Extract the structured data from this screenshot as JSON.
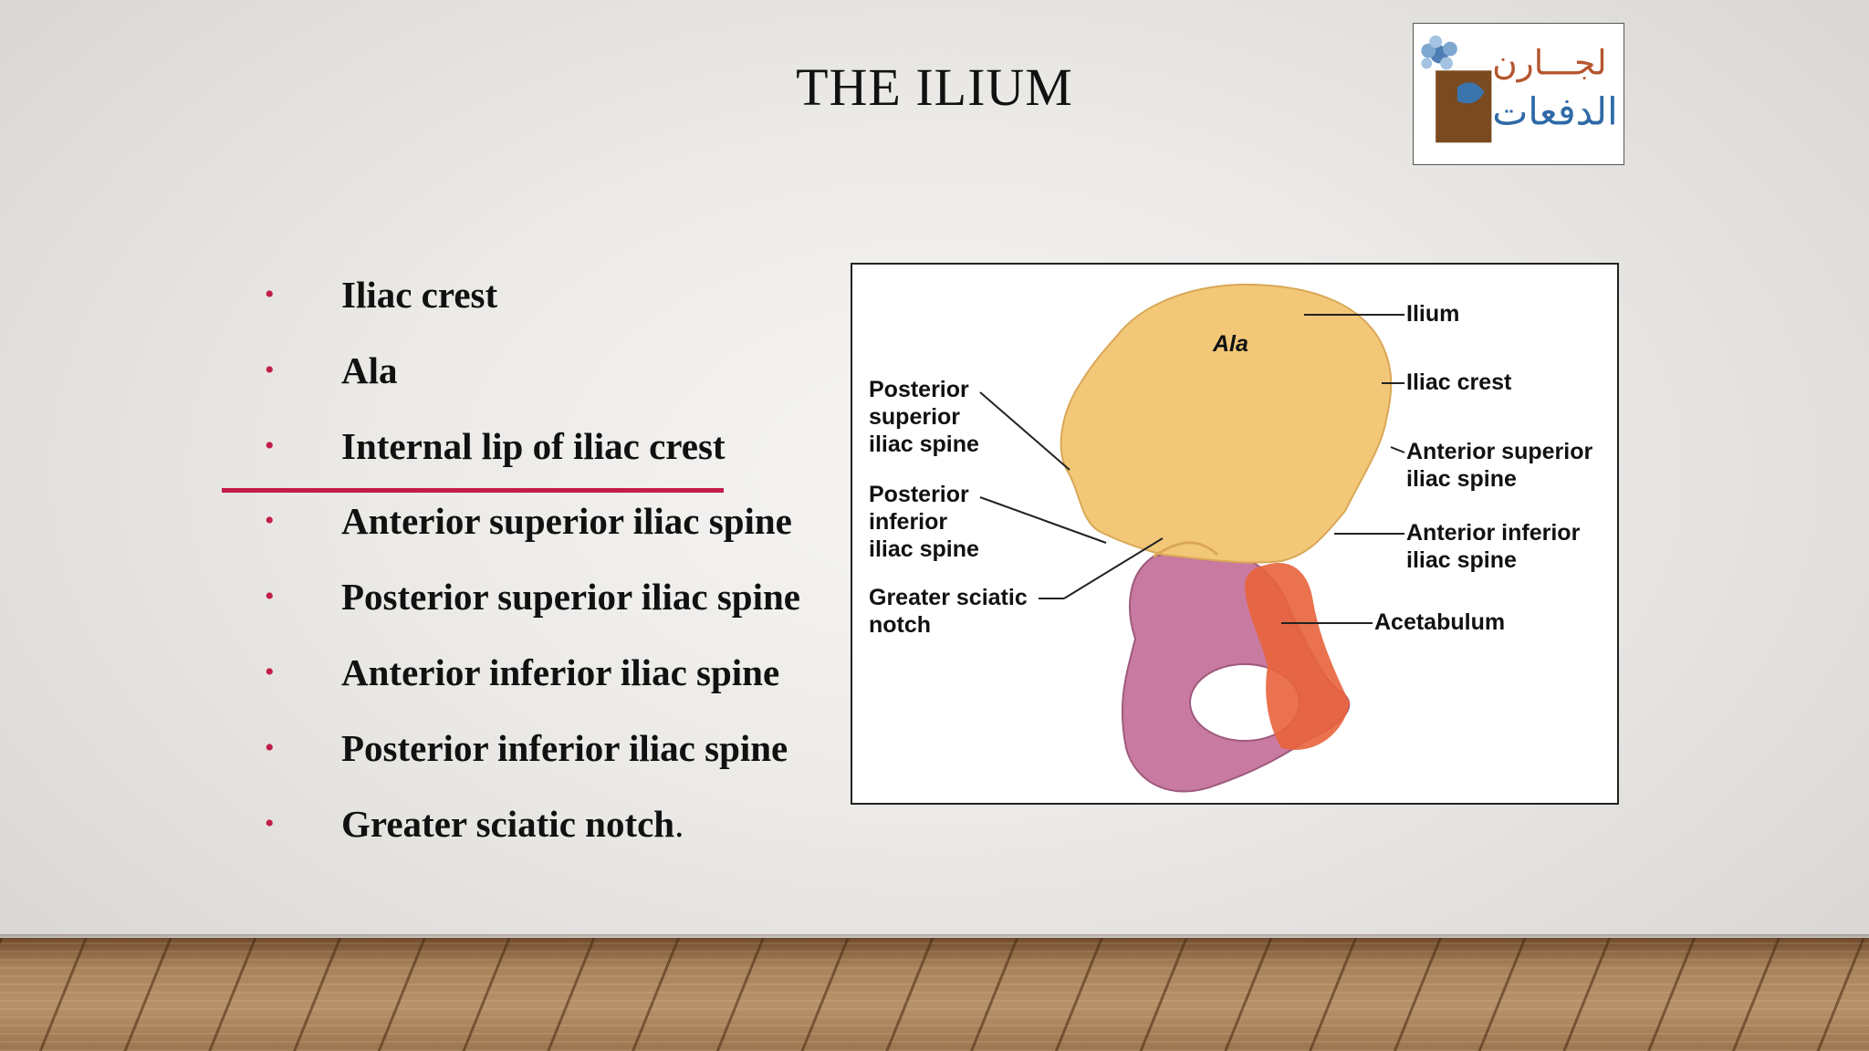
{
  "slide": {
    "title": "THE ILIUM",
    "logo": {
      "text_line1": "لجـــارن",
      "text_line2": "الدفعات",
      "icon": "flower-and-document-logo"
    },
    "bullets": [
      {
        "text": "Iliac crest",
        "trail": ""
      },
      {
        "text": "Ala",
        "trail": ""
      },
      {
        "text": "Internal lip of iliac crest",
        "trail": ""
      },
      {
        "text": "Anterior superior iliac spine",
        "trail": ""
      },
      {
        "text": "Posterior superior iliac spine",
        "trail": ""
      },
      {
        "text": "Anterior inferior iliac spine",
        "trail": ""
      },
      {
        "text": "Posterior inferior iliac spine",
        "trail": ""
      },
      {
        "text": "Greater sciatic notch",
        "trail": "."
      }
    ],
    "bullet_glyph": "•",
    "colors": {
      "accent": "#c21d49",
      "ilium": "#f2c878",
      "ischium": "#c97aa0",
      "acetabulum": "#e8633b"
    }
  },
  "figure": {
    "ala": "Ala",
    "labels": {
      "ilium": "Ilium",
      "iliac_crest": "Iliac crest",
      "asis_1": "Anterior superior",
      "asis_2": "iliac spine",
      "aiis_1": "Anterior inferior",
      "aiis_2": "iliac spine",
      "acetabulum": "Acetabulum",
      "psis_1": "Posterior",
      "psis_2": "superior",
      "psis_3": "iliac spine",
      "piis_1": "Posterior",
      "piis_2": "inferior",
      "piis_3": "iliac spine",
      "gsn_1": "Greater sciatic",
      "gsn_2": "notch"
    }
  }
}
